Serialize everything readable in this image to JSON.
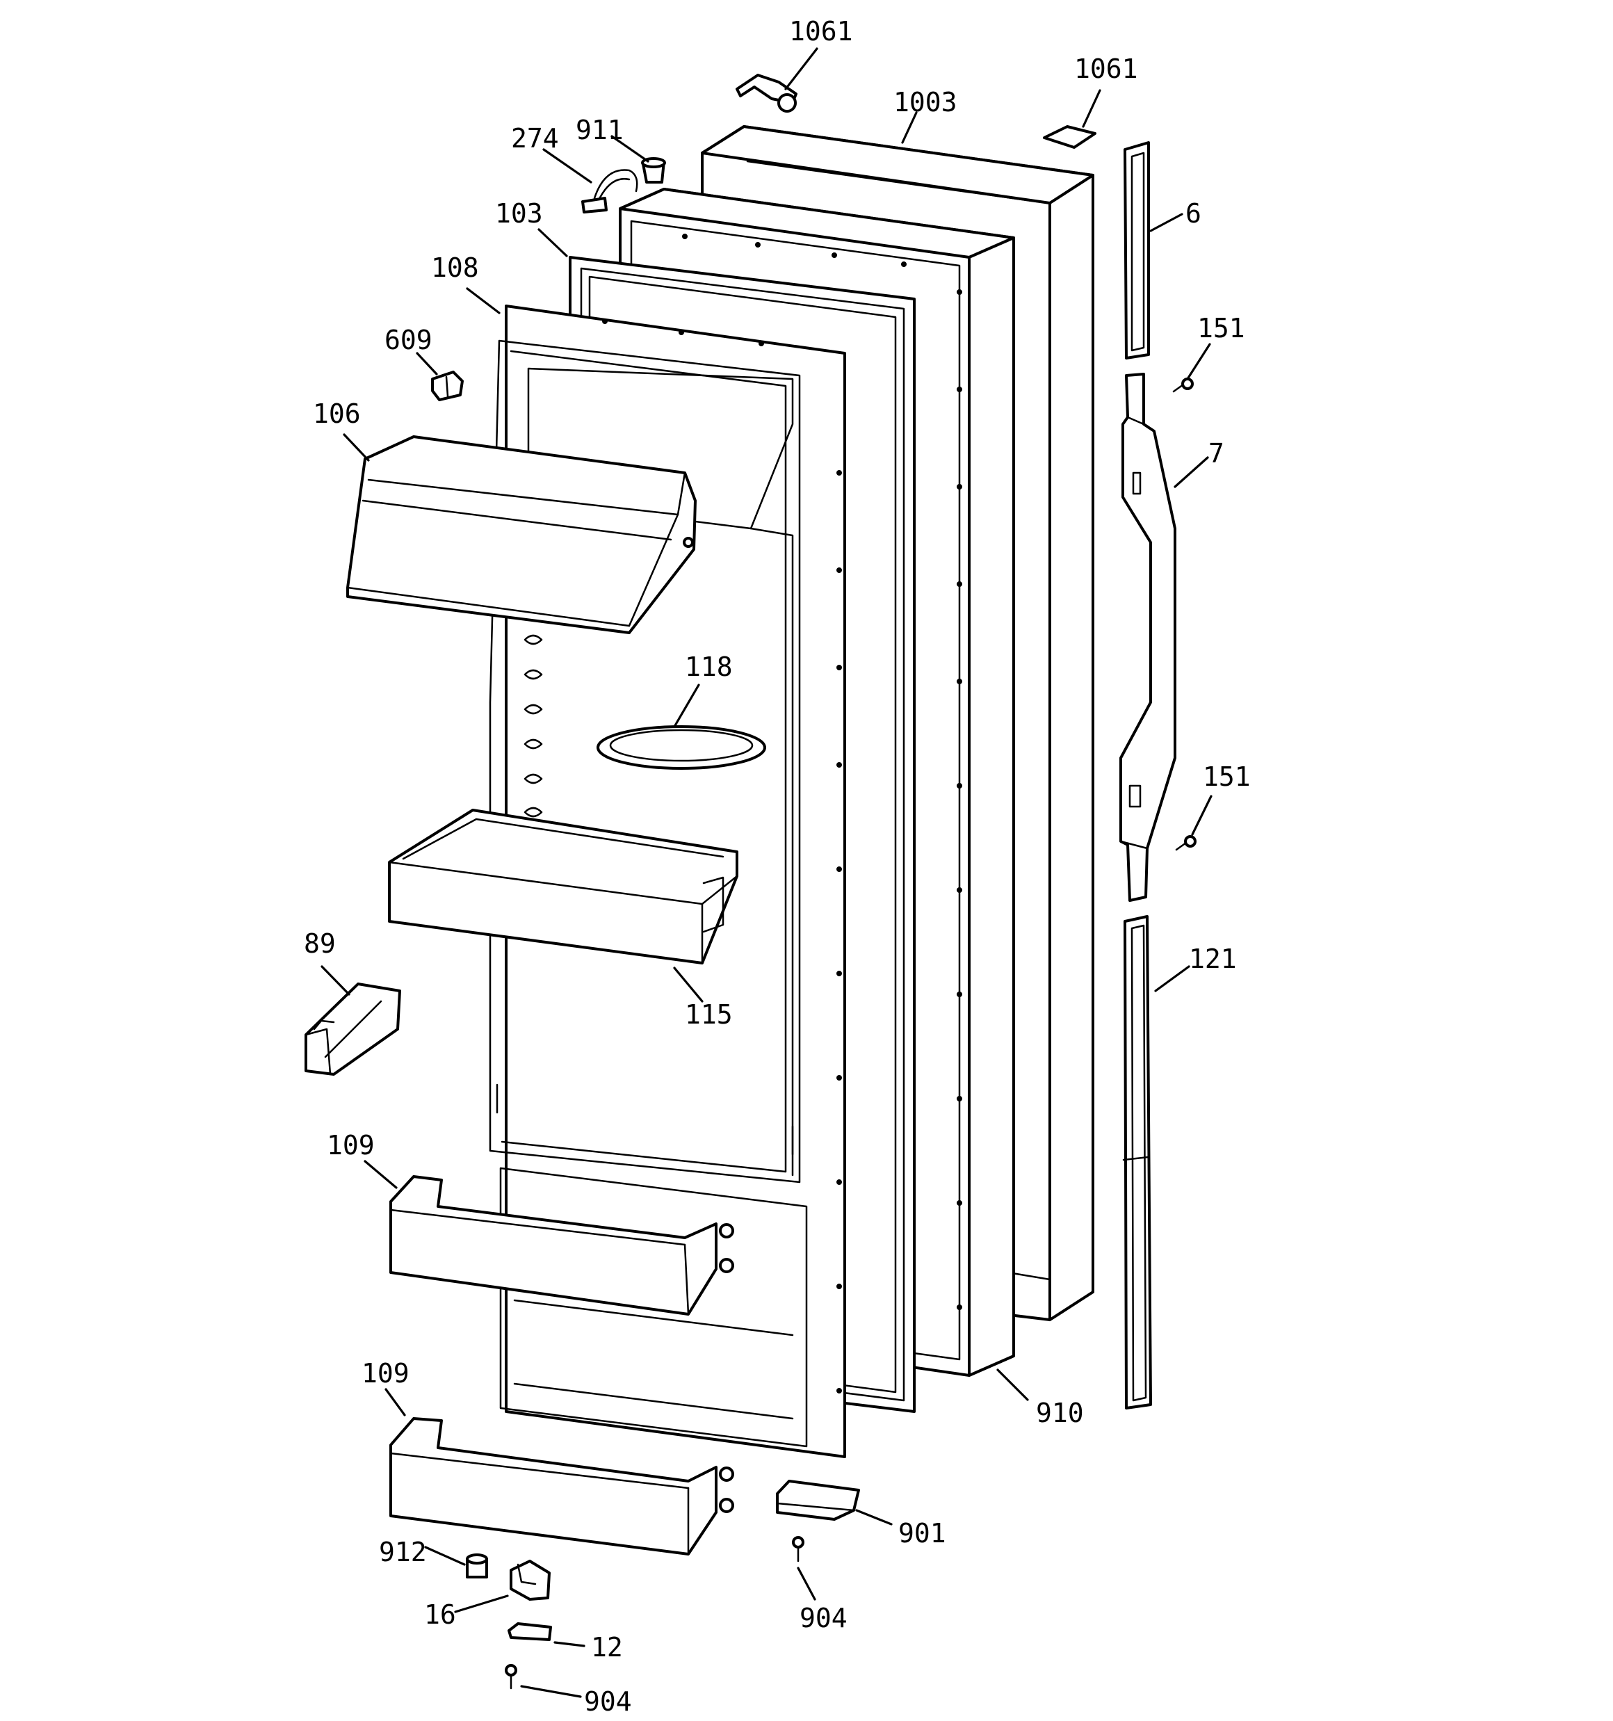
{
  "diagram": {
    "labels": {
      "l1061a": "1061",
      "l1061b": "1061",
      "l1003": "1003",
      "l911": "911",
      "l274": "274",
      "l103": "103",
      "l108": "108",
      "l609": "609",
      "l106": "106",
      "l6": "6",
      "l151a": "151",
      "l7": "7",
      "l151b": "151",
      "l118": "118",
      "l115": "115",
      "l89": "89",
      "l121": "121",
      "l109a": "109",
      "l109b": "109",
      "l910": "910",
      "l901": "901",
      "l912": "912",
      "l16": "16",
      "l904a": "904",
      "l12": "12",
      "l904b": "904"
    }
  }
}
